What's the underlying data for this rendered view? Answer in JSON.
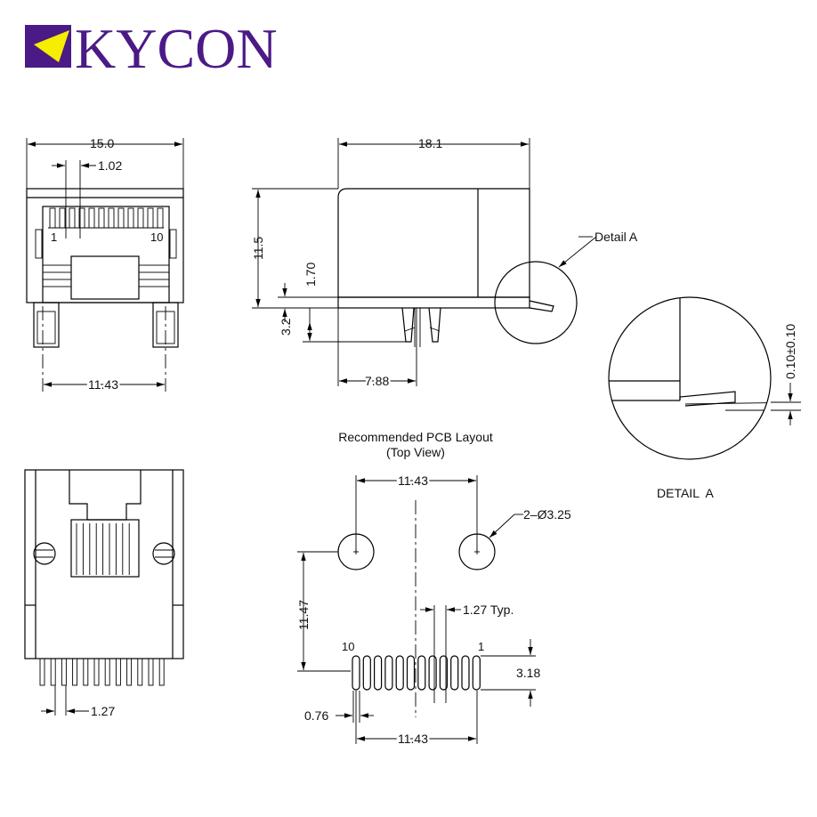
{
  "brand": {
    "name": "KYCON",
    "colors": {
      "purple": "#4b1a86",
      "yellow": "#f5ee00"
    }
  },
  "front_view": {
    "dim_width": "15.0",
    "dim_pitch": "1.02",
    "pin_first": "1",
    "pin_last": "10",
    "dim_post_spacing": "11.43"
  },
  "side_view": {
    "dim_length": "18.1",
    "dim_height": "11.5",
    "dim_standoff": "1.70",
    "dim_post_length": "3.2",
    "dim_post_offset": "7.88",
    "detail_callout": "Detail A"
  },
  "detail": {
    "dim_tolerance": "0.10±0.10",
    "title": "DETAIL  A"
  },
  "bottom_view": {
    "dim_pitch": "1.27"
  },
  "pcb_layout": {
    "title_line1": "Recommended PCB Layout",
    "title_line2": "(Top View)",
    "dim_hole_spacing": "11.43",
    "dim_hole_callout": "2–Ø3.25",
    "dim_vertical": "11.47",
    "dim_pitch_typ": "1.27 Typ.",
    "pad_first": "10",
    "pad_last": "1",
    "dim_pad_length": "3.18",
    "dim_pad_width": "0.76",
    "dim_pad_span": "11.43"
  }
}
